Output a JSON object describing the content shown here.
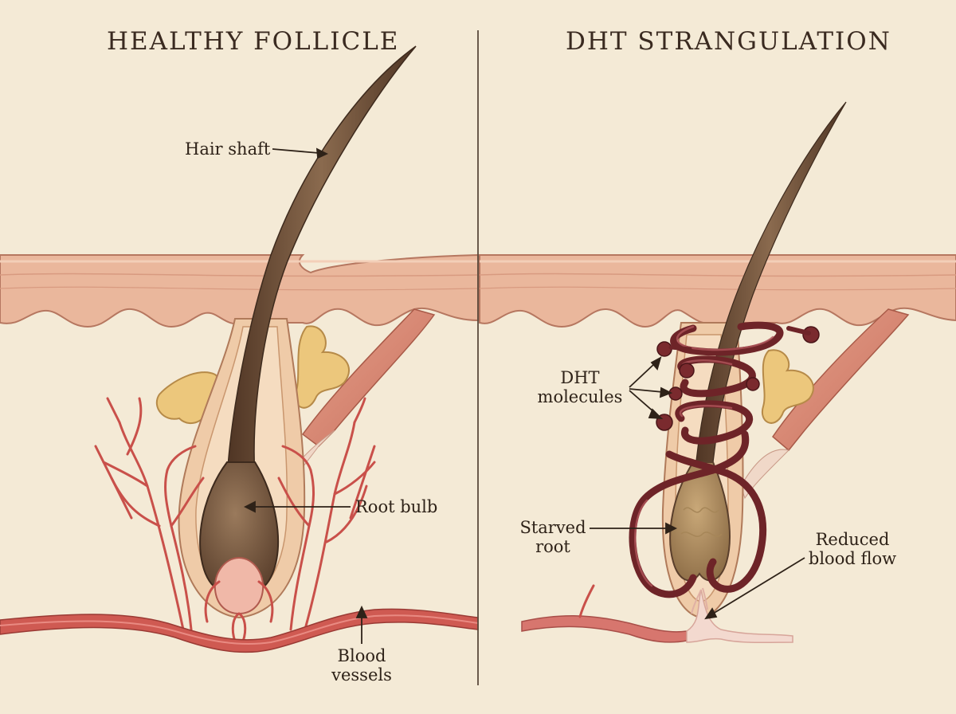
{
  "panels": {
    "left": {
      "title": "HEALTHY FOLLICLE",
      "labels": {
        "hair_shaft": "Hair shaft",
        "root_bulb": "Root bulb",
        "blood_vessels_line1": "Blood",
        "blood_vessels_line2": "vessels"
      }
    },
    "right": {
      "title": "DHT STRANGULATION",
      "labels": {
        "dht_line1": "DHT",
        "dht_line2": "molecules",
        "starved_line1": "Starved",
        "starved_line2": "root",
        "reduced_line1": "Reduced",
        "reduced_line2": "blood flow"
      }
    }
  },
  "colors": {
    "background": "#f4ead6",
    "skin": "#e8b9a0",
    "hair": "#6b4a33",
    "vessel": "#c9504a",
    "dht_band": "#7a2a2e",
    "gland": "#e9c47a"
  }
}
